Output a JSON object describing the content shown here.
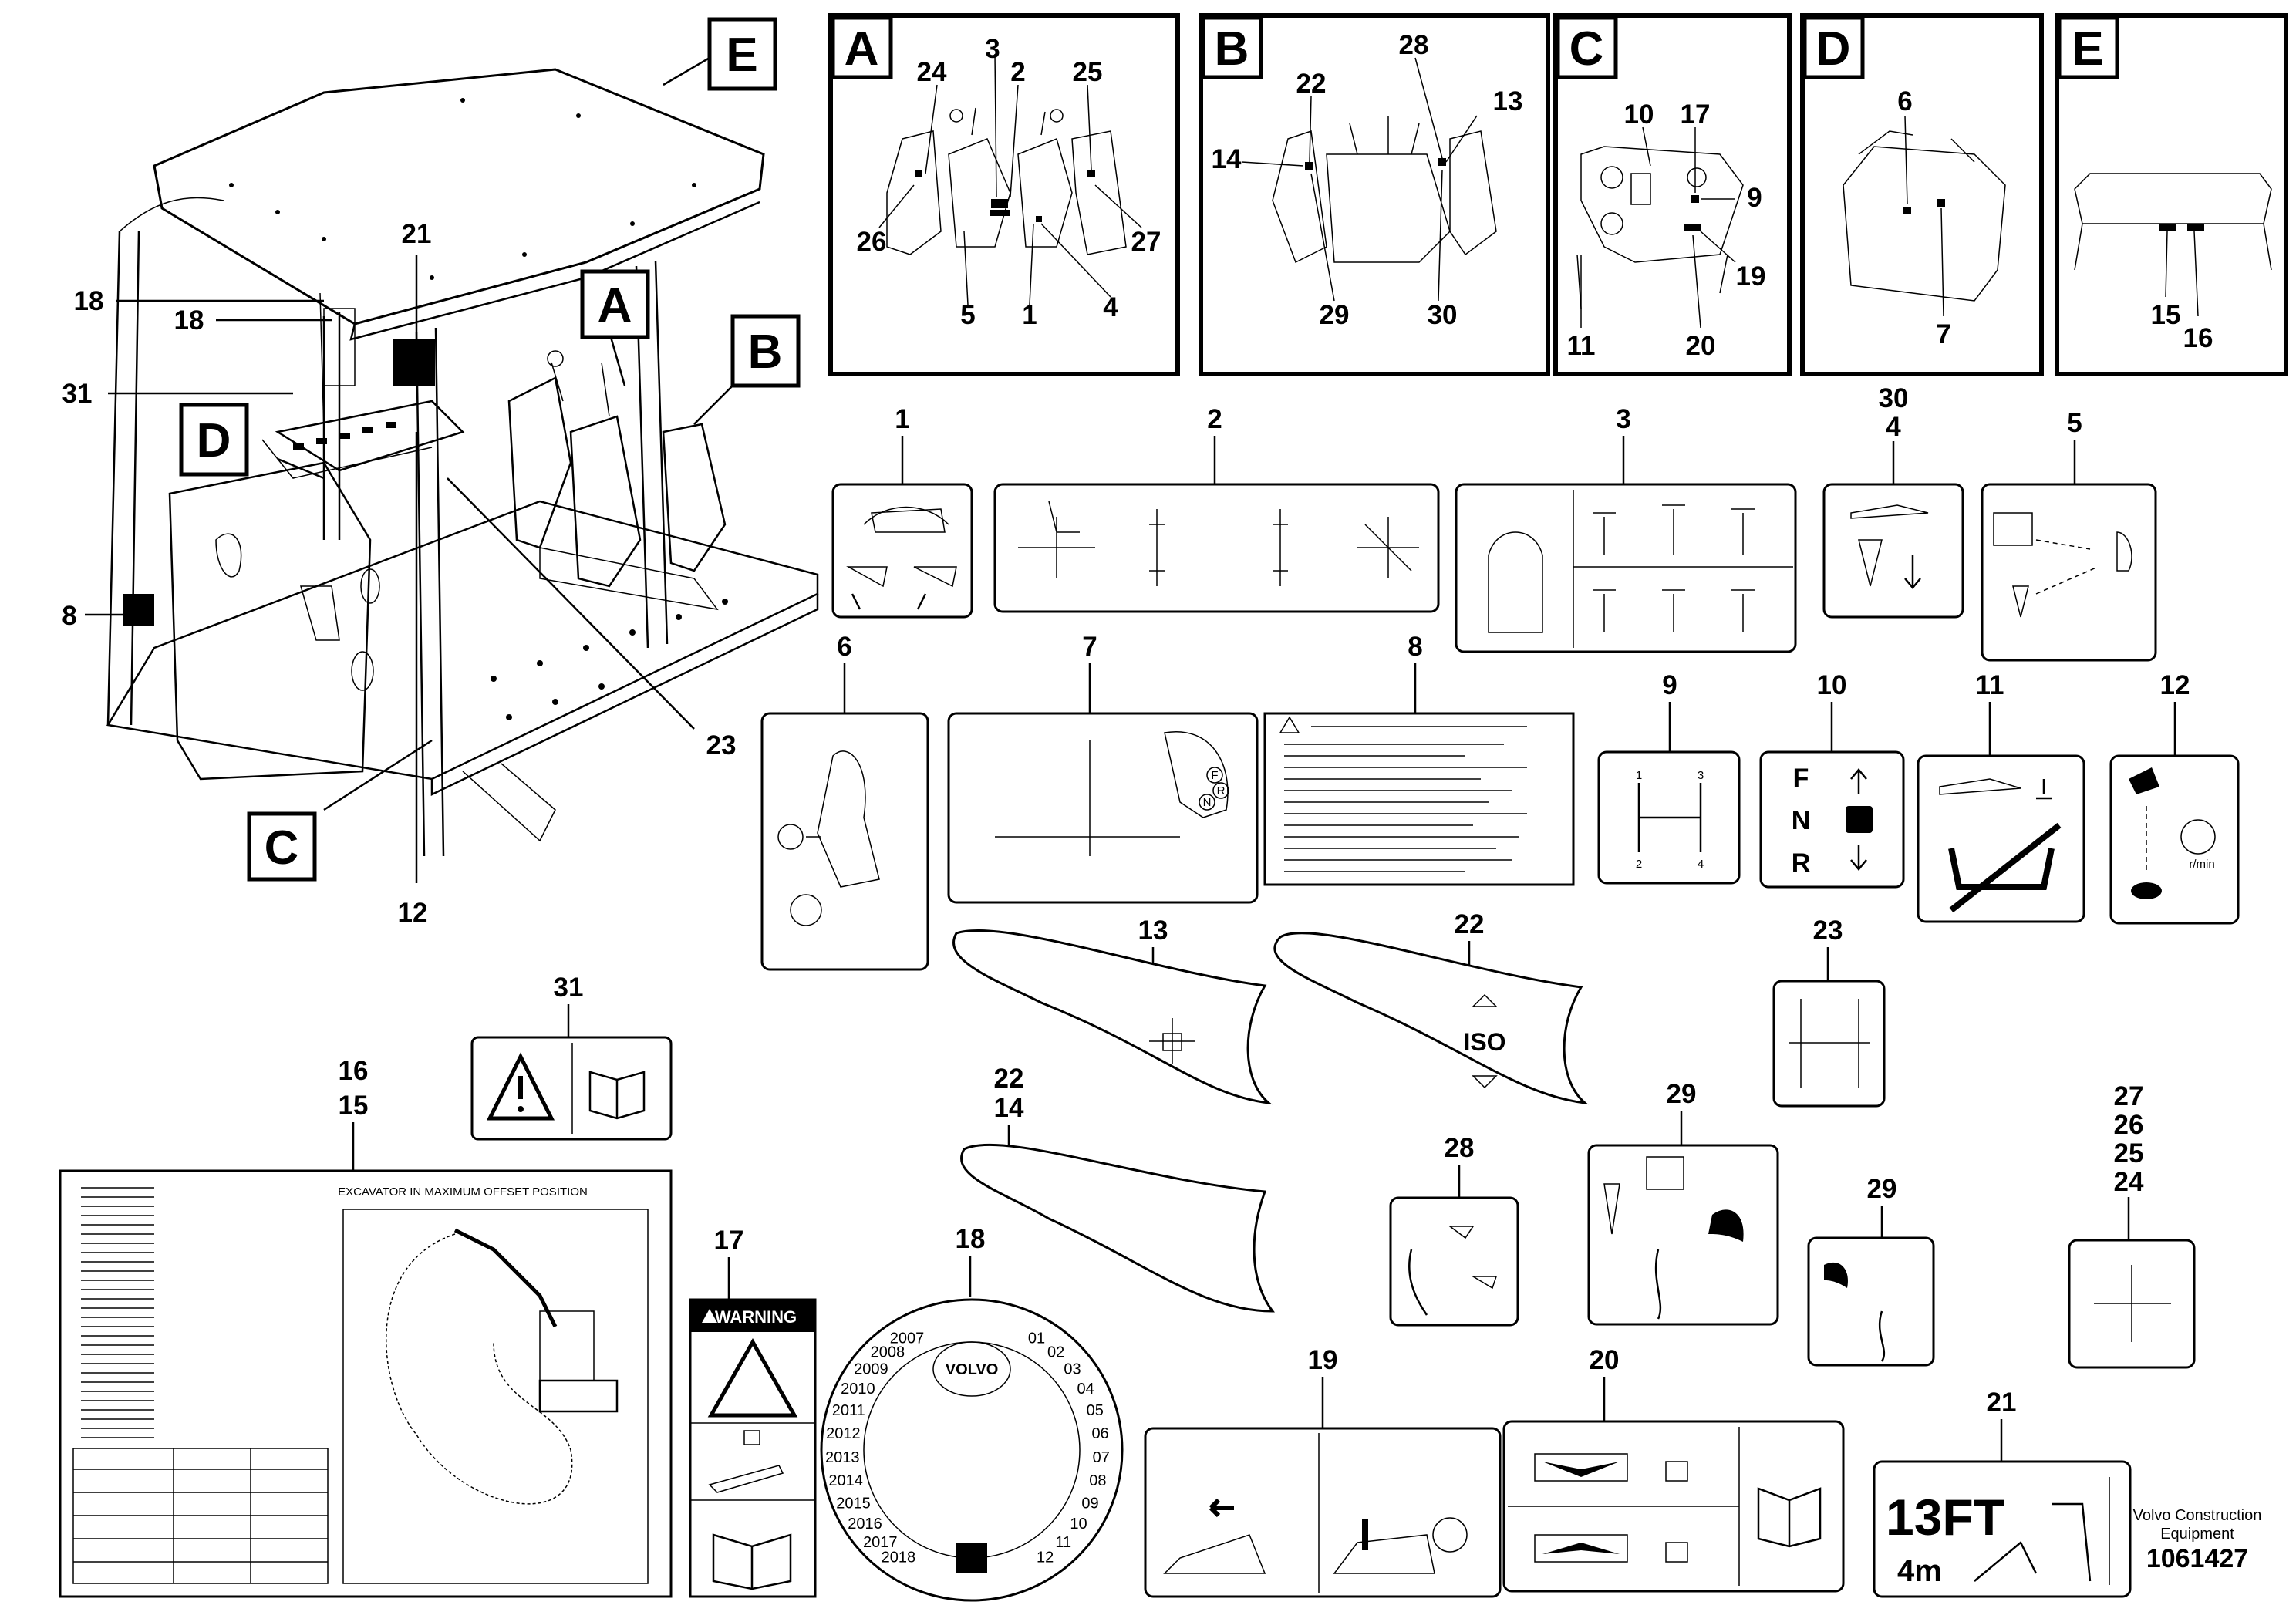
{
  "footer": {
    "company": "Volvo Construction Equipment",
    "part_number": "1061427"
  },
  "views": [
    {
      "letter": "A",
      "callouts": [
        "24",
        "3",
        "2",
        "25",
        "26",
        "27",
        "5",
        "1",
        "4"
      ]
    },
    {
      "letter": "B",
      "callouts": [
        "22",
        "28",
        "13",
        "14",
        "29",
        "30"
      ]
    },
    {
      "letter": "C",
      "callouts": [
        "10",
        "17",
        "9",
        "19",
        "11",
        "20"
      ]
    },
    {
      "letter": "D",
      "callouts": [
        "6",
        "7"
      ]
    },
    {
      "letter": "E",
      "callouts": [
        "15",
        "16"
      ]
    }
  ],
  "cab_callouts": [
    "E",
    "21",
    "18",
    "18",
    "31",
    "A",
    "B",
    "D",
    "8",
    "23",
    "C",
    "12"
  ],
  "decal_ids": {
    "d1": "1",
    "d2": "2",
    "d3": "3",
    "d4": "4",
    "d4b": "30",
    "d5": "5",
    "d6": "6",
    "d7": "7",
    "d8": "8",
    "d9": "9",
    "d10": "10",
    "d11": "11",
    "d12": "12",
    "d13": "13",
    "d22": "22",
    "d23": "23",
    "d31": "31",
    "d16": "16",
    "d15": "15",
    "d14a": "22",
    "d14b": "14",
    "d17": "17",
    "d18": "18",
    "d19": "19",
    "d20": "20",
    "d21": "21",
    "d28": "28",
    "d29a": "29",
    "d29b": "29",
    "d27": "27",
    "d26": "26",
    "d25": "25",
    "d24": "24"
  },
  "decal_text": {
    "excavator_title": "EXCAVATOR IN MAXIMUM OFFSET POSITION",
    "warning": "WARNING",
    "iso": "ISO",
    "fnr": [
      "F",
      "N",
      "R"
    ],
    "gear": [
      "1",
      "3",
      "2",
      "4"
    ],
    "rpm": "r/min",
    "height_ft": "13FT",
    "height_m": "4m",
    "years": [
      "2007",
      "2008",
      "2009",
      "2010",
      "2011",
      "2012",
      "2013",
      "2014",
      "2015",
      "2016",
      "2017",
      "2018"
    ],
    "months": [
      "01",
      "02",
      "03",
      "04",
      "05",
      "06",
      "07",
      "08",
      "09",
      "10",
      "11",
      "12"
    ],
    "brand": "VOLVO",
    "knob_letters": [
      "F",
      "R",
      "N"
    ]
  }
}
